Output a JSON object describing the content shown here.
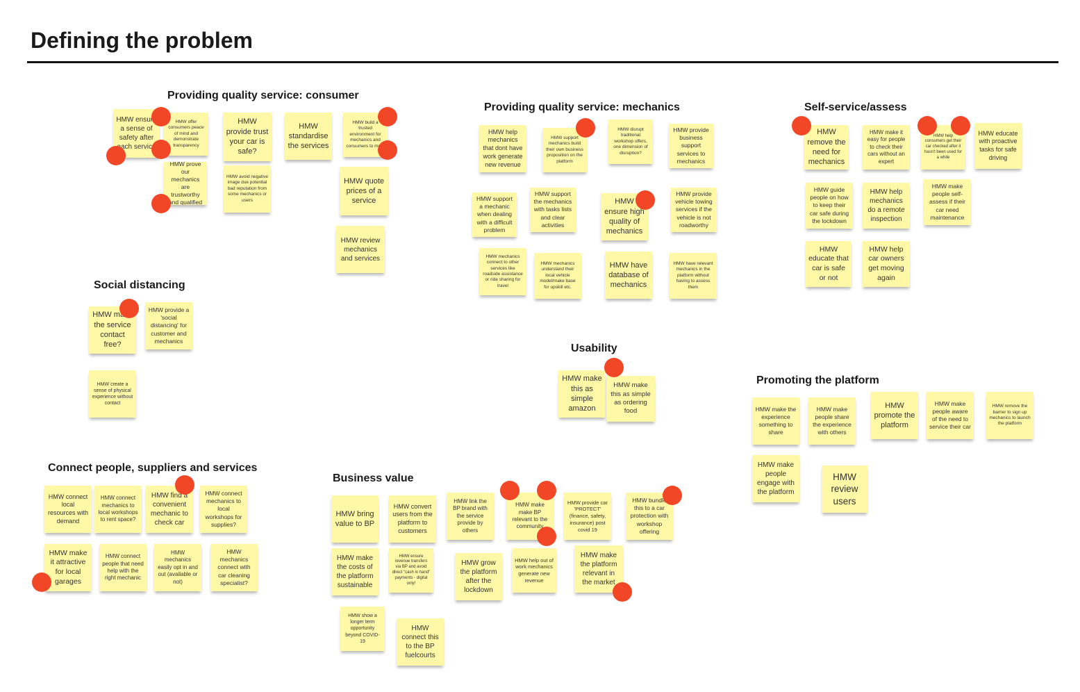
{
  "page": {
    "title": "Defining the problem"
  },
  "colors": {
    "sticky": "#fff8a6",
    "vote_dot": "#f24726",
    "rule": "#111111"
  },
  "groups": [
    {
      "title": "Providing quality service: consumer"
    },
    {
      "title": "Providing quality service: mechanics"
    },
    {
      "title": "Self-service/assess"
    },
    {
      "title": "Social distancing"
    },
    {
      "title": "Usability"
    },
    {
      "title": "Promoting the platform"
    },
    {
      "title": "Connect people, suppliers and services"
    },
    {
      "title": "Business value"
    }
  ],
  "notes": {
    "c1": "HMW ensure a sense of safety after each service",
    "c2": "HMW offer consumers peace of mind and demonstrate transparency",
    "c3": "HMW provide trust your car is safe?",
    "c4": "HMW standardise the services",
    "c5": "HMW build a trusted environment for mechanics and consumers to meet",
    "c6": "HMW prove our mechanics are trustworthy and qualified",
    "c7": "HMW avoid negative image due potential bad reputation from some mechanics or users",
    "c8": "HMW quote prices of a service",
    "c9": "HMW review mechanics and services",
    "m1": "HMW help mechanics that dont have work generate new revenue",
    "m2": "HMW support mechanics build their own business proposition on the platform",
    "m3": "HMW disrupt traditional workshop offers, one dimension of disruption?",
    "m4": "HMW provide business support services to mechanics",
    "m5": "HMW support a mechanic when dealing with a difficult problem",
    "m6": "HMW support the mechanics with tasks lists and clear activities",
    "m7": "HMW ensure high quality of mechanics",
    "m8": "HMW provide vehicle towing services if the vehicle is not roadworthy",
    "m9": "HMW mechanics connect to other services like roadside assistance or ride sharing for travel",
    "m10": "HMW mechanics understand their local vehicle model/make base for upskill etc.",
    "m11": "HMW have database of mechanics",
    "m12": "HMW have relevant mechanics in the platform without having to assess them",
    "s1": "HMW remove the need for mechanics",
    "s2": "HMW make it easy for people to check their cars without an expert",
    "s3": "HMW help consumers get their car checked after it hasn't been used for a while",
    "s4": "HMW educate with proactive tasks for safe driving",
    "s5": "HMW guide people on how to keep their car safe during the lockdown",
    "s6": "HMW help mechanics do a remote inspection",
    "s7": "HMW make people self-assess if their car need maintenance",
    "s8": "HMW educate that car is safe or not",
    "s9": "HMW help car owners get moving again",
    "d1": "HMW make the service contact free?",
    "d2": "HMW provide a 'social distancing' for customer and mechanics",
    "d3": "HMW create a sense of physical experience without contact",
    "u1": "HMW make this as simple amazon",
    "u2": "HMW make this as simple as ordering food",
    "p1": "HMW make the experience something to share",
    "p2": "HMW make people share the experience with others",
    "p3": "HMW promote the platform",
    "p4": "HMW make people aware of the need to service their car",
    "p5": "HMW remove the barrier to sign up mechanics to launch the platform",
    "p6": "HMW make people engage with the platform",
    "p7": "HMW review users",
    "n1": "HMW connect local resources with demand",
    "n2": "HMW connect mechanics to local workshops to rent space?",
    "n3": "HMW find a convenient mechanic to check car",
    "n4": "HMW connect mechanics to local workshops for supplies?",
    "n5": "HMW make it attractive for local garages",
    "n6": "HMW connect people that need help with the right mechanic",
    "n7": "HMW mechanics easily opt in and out (available or not)",
    "n8": "HMW mechanics connect with car cleaning specialist?",
    "b1": "HMW bring value to BP",
    "b2": "HMW convert users from the platform to customers",
    "b3": "HMW link the BP brand with the service provide by others",
    "b4": "HMW make make BP relevant to the community",
    "b5": "HMW provide car 'PROTECT' (finance, safety, insurance) post covid 19",
    "b6": "HMW bundle this to a car protection with workshop offering",
    "b7": "HMW make the costs of the platform sustainable",
    "b8": "HMW ensure revenue transfers via BP and avoid direct \"cash in hand\" payments - digital only!",
    "b9": "HMW grow the platform after the lockdown",
    "b10": "HMW help out of work mechanics generate new revenue",
    "b11": "HMW make the platform relevant in the market",
    "b12": "HMW show a longer term opportunity beyond COVID-19",
    "b13": "HMW connect this to the BP fuelcourts"
  }
}
